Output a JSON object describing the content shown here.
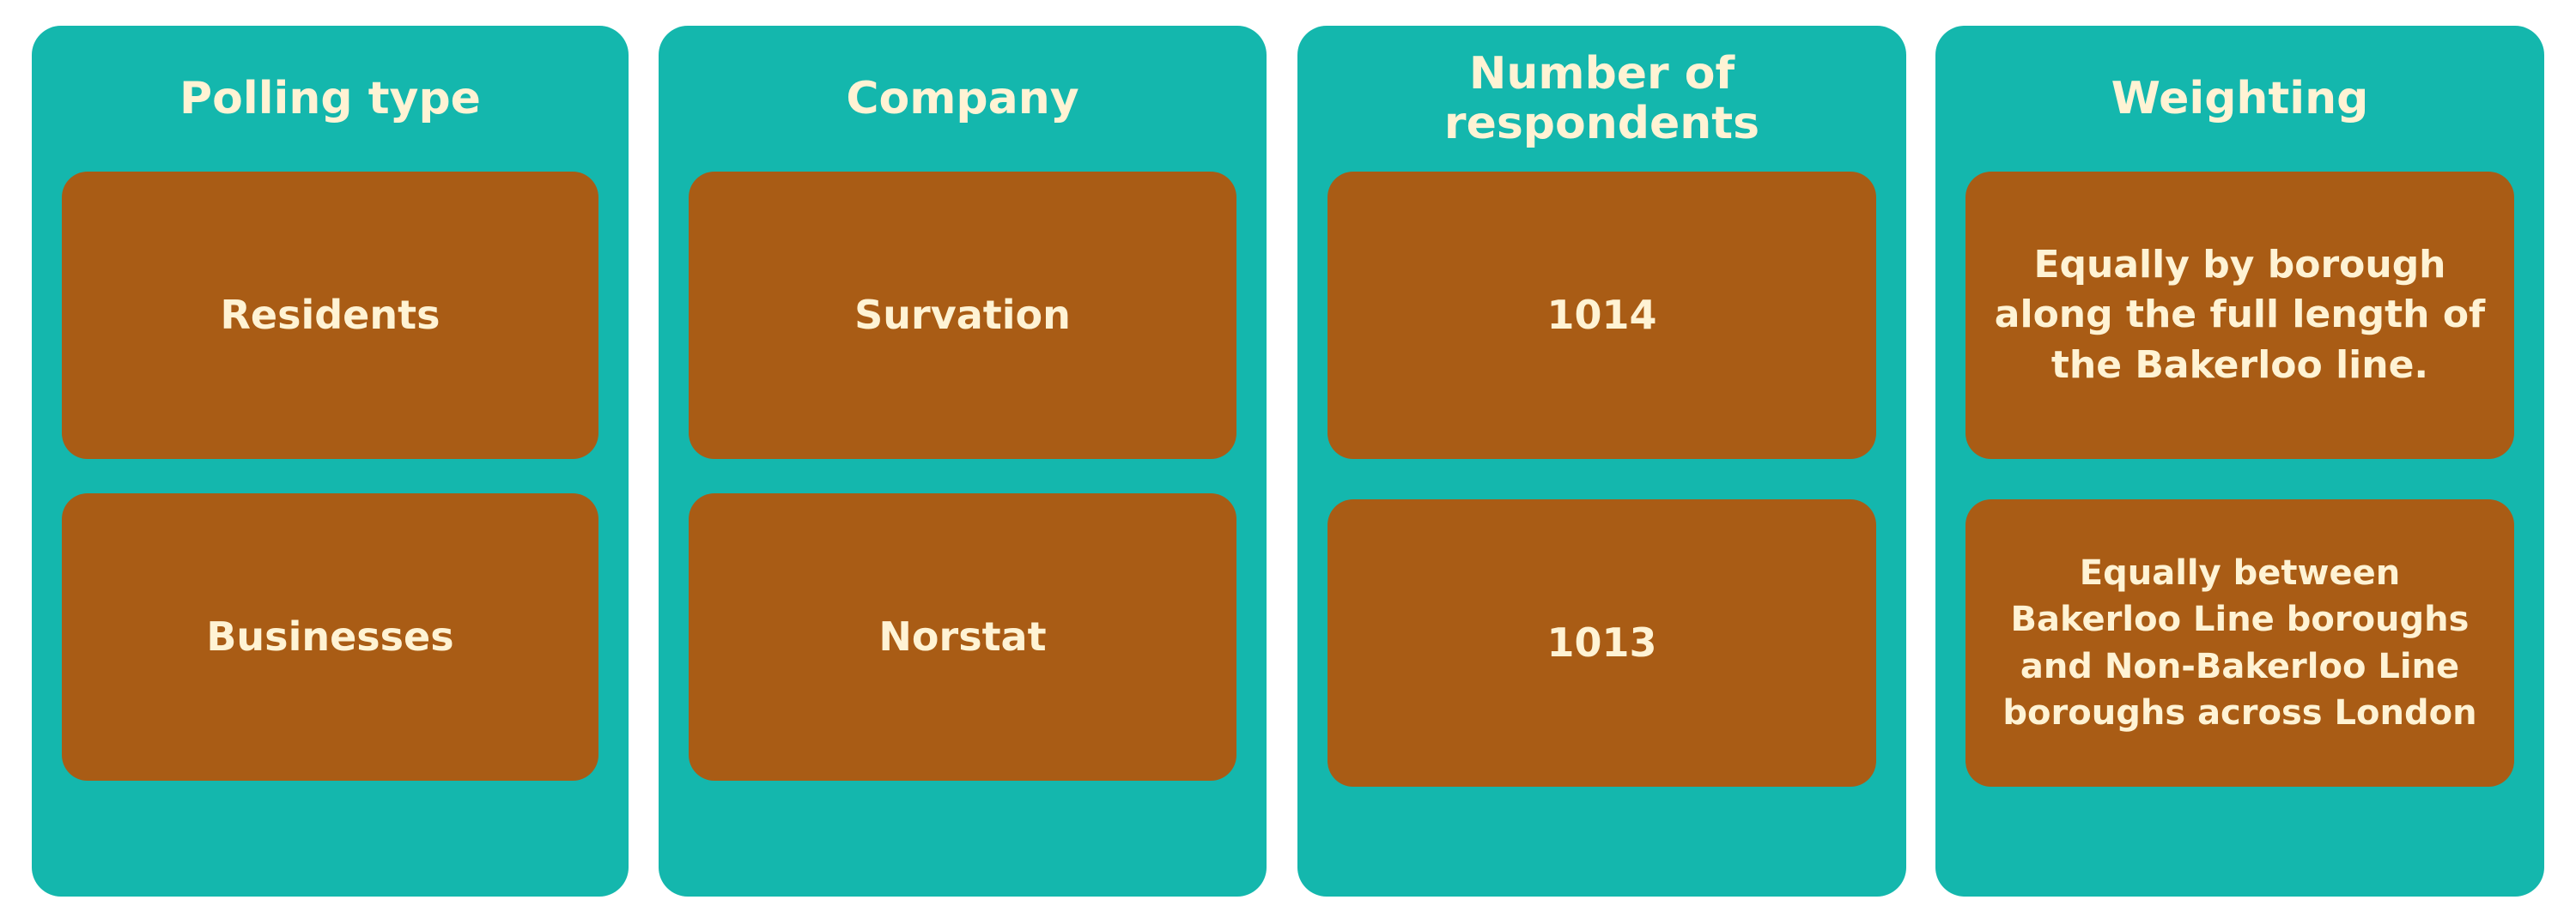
{
  "columns": [
    {
      "title": "Polling type",
      "cards": [
        "Residents",
        "Businesses"
      ]
    },
    {
      "title": "Company",
      "cards": [
        "Survation",
        "Norstat"
      ]
    },
    {
      "title": "Number of\nrespondents",
      "cards": [
        "1014",
        "1013"
      ]
    },
    {
      "title": "Weighting",
      "cards": [
        "Equally by borough\nalong the full length of\nthe Bakerloo line.",
        "Equally between\nBakerloo Line boroughs\nand Non-Bakerloo Line\nboroughs across London"
      ]
    }
  ],
  "colors": {
    "column_bg": "#14b7ad",
    "card_bg": "#a95c15",
    "text": "#fff3d4"
  }
}
